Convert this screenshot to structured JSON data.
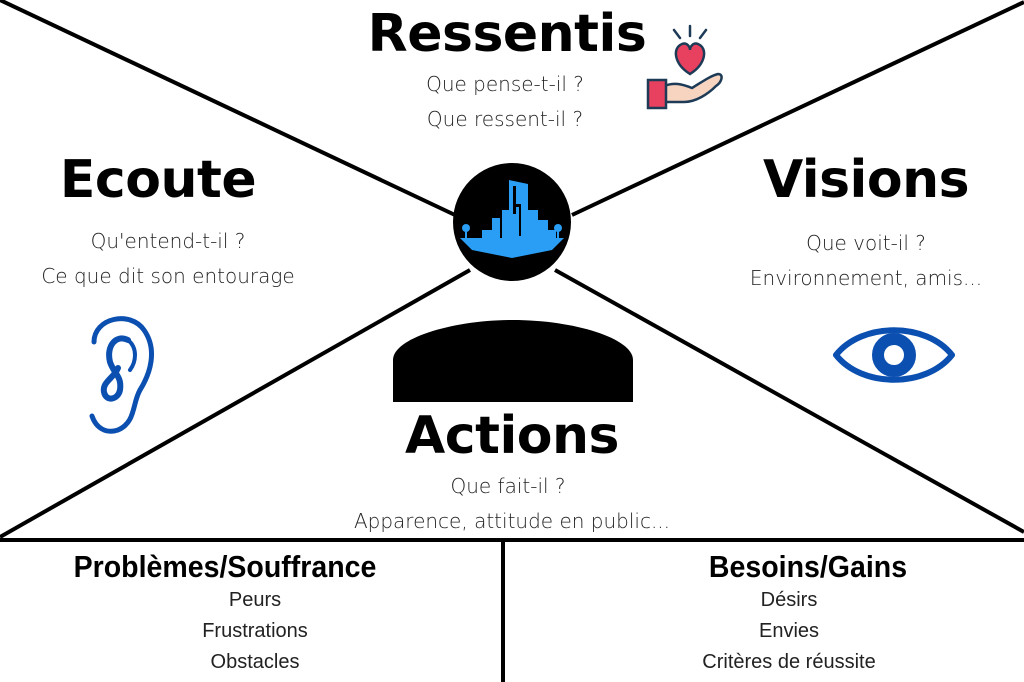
{
  "quadrants": {
    "top": {
      "title": "Ressentis",
      "lines": [
        "Que pense-t-il ?",
        "Que ressent-il ?"
      ],
      "icon": "heart-in-hand-icon"
    },
    "left": {
      "title": "Ecoute",
      "lines": [
        "Qu'entend-t-il ?",
        "Ce que dit son entourage"
      ],
      "icon": "ear-icon"
    },
    "right": {
      "title": "Visions",
      "lines": [
        "Que voit-il ?",
        "Environnement, amis..."
      ],
      "icon": "eye-icon"
    },
    "bottom": {
      "title": "Actions",
      "lines": [
        "Que fait-il ?",
        "Apparence, attitude en public..."
      ],
      "icon": "person-silhouette-icon"
    }
  },
  "panels": {
    "pains": {
      "title": "Problèmes/Souffrance",
      "items": [
        "Peurs",
        "Frustrations",
        "Obstacles"
      ]
    },
    "gains": {
      "title": "Besoins/Gains",
      "items": [
        "Désirs",
        "Envies",
        "Critères de réussite"
      ]
    }
  },
  "center": {
    "icon": "city-buildings-logo-icon"
  },
  "colors": {
    "ink": "#000000",
    "icon_blue": "#0b4fb0",
    "logo_blue": "#2a9df4",
    "heart_red": "#e8405f",
    "skin": "#f7d4c0",
    "outline_navy": "#1d3b57"
  }
}
